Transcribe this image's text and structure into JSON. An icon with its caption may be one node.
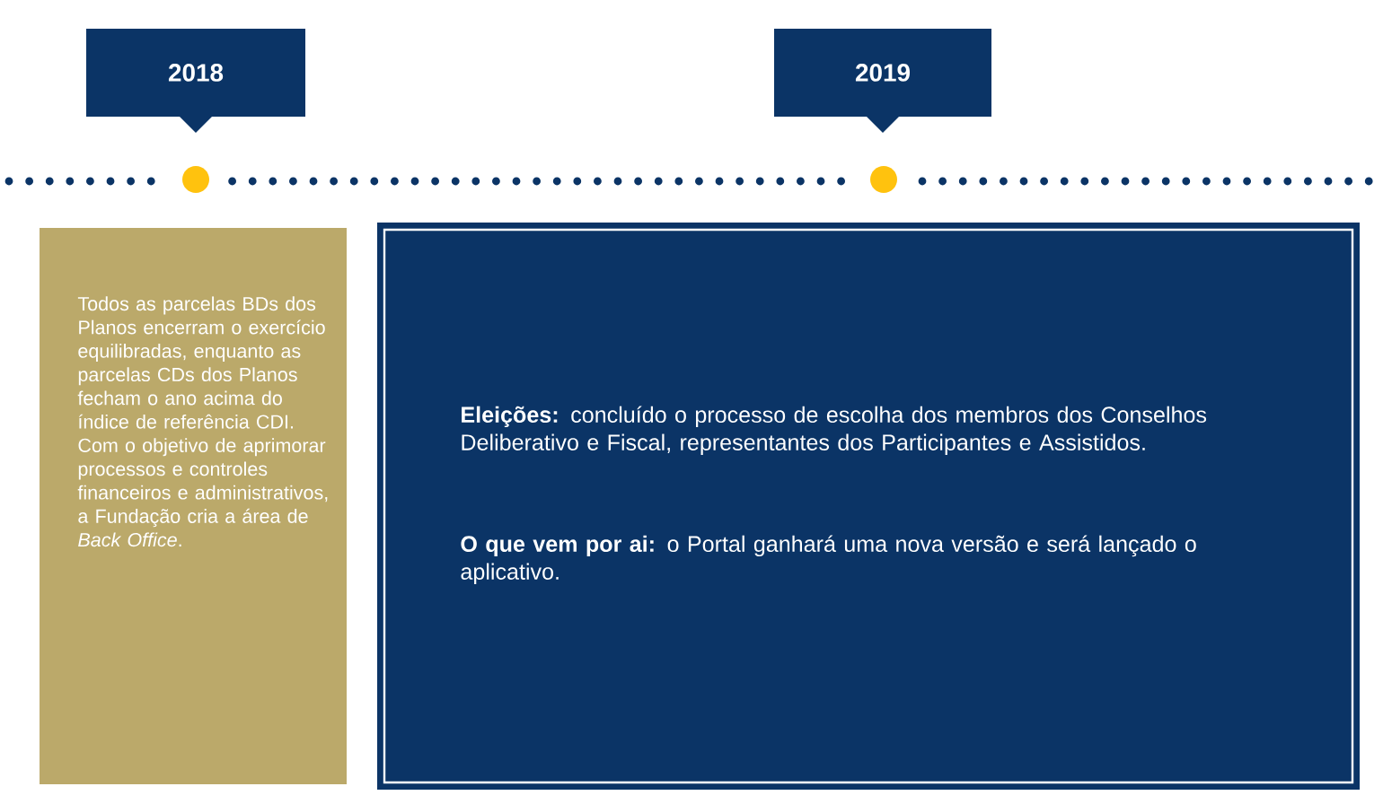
{
  "diagram": {
    "nodes": [
      {
        "text": [
          "2018"
        ]
      },
      {
        "text": [
          "2019"
        ]
      },
      {
        "text": [
          "Todos as parcelas BDs dos Planos encerram o exercício equilibradas, enquanto as parcelas CDs dos Planos fecham o ano acima do índice de referência CDI. Com o objetivo de aprimorar processos e controles financeiros e administrativos, a Fundação cria a área de *Back Office*."
        ]
      },
      {
        "text": [
          "**Eleições:** concluído o processo de escolha dos membros dos Conselhos Deliberativo e Fiscal, representantes dos Participantes e Assistidos.",
          "**O que vem por ai:** o Portal ganhará uma nova versão e será lançado o aplicativo."
        ]
      }
    ]
  }
}
